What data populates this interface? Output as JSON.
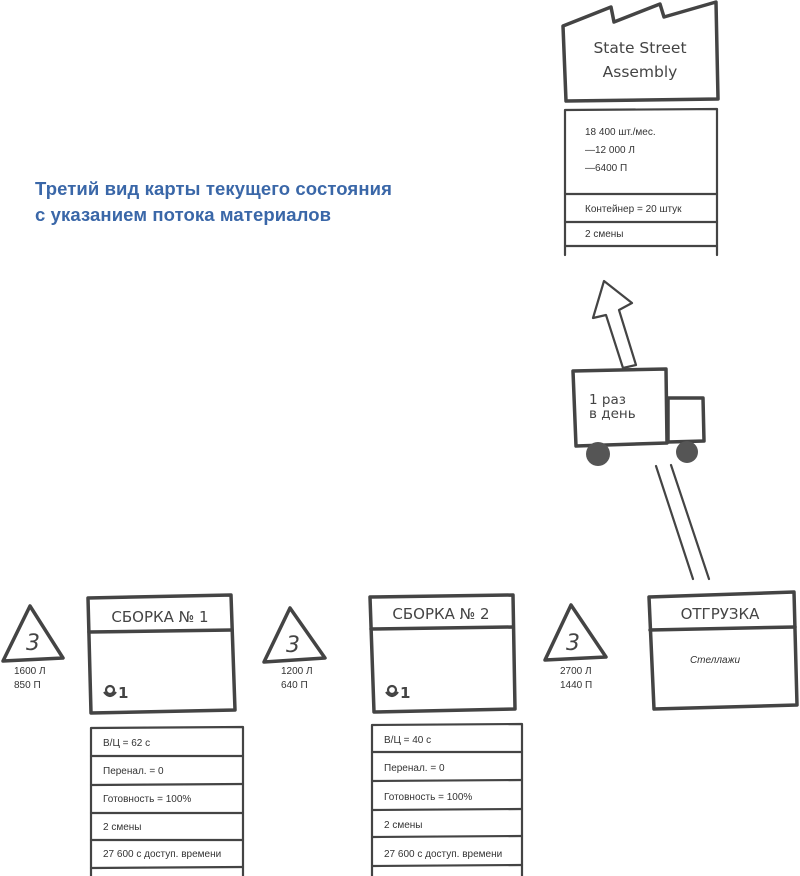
{
  "title": {
    "line1": "Третий вид карты текущего состояния",
    "line2": "с указанием потока материалов",
    "color": "#3a67a8"
  },
  "customer": {
    "name_line1": "State Street",
    "name_line2": "Assembly",
    "icon": "factory-icon",
    "info": {
      "demand": "18 400 шт./мес.",
      "demand_l": "—12 000 Л",
      "demand_p": "—6400 П",
      "container": "Контейнер = 20 штук",
      "shifts": "2 смены"
    }
  },
  "shipment": {
    "icon": "truck-icon",
    "frequency_line1": "1 раз",
    "frequency_line2": "в день",
    "arrow": "shipment-arrow-icon"
  },
  "inventories": [
    {
      "icon": "inventory-triangle-icon",
      "count": "3",
      "qty_l": "1600 Л",
      "qty_p": "850 П"
    },
    {
      "icon": "inventory-triangle-icon",
      "count": "3",
      "qty_l": "1200 Л",
      "qty_p": "640 П"
    },
    {
      "icon": "inventory-triangle-icon",
      "count": "3",
      "qty_l": "2700 Л",
      "qty_p": "1440 П"
    }
  ],
  "processes": [
    {
      "name": "СБОРКА № 1",
      "operators": "1",
      "data": [
        "В/Ц = 62 с",
        "Перенал. = 0",
        "Готовность = 100%",
        "2 смены",
        "27 600 с доступ. времени"
      ]
    },
    {
      "name": "СБОРКА № 2",
      "operators": "1",
      "data": [
        "В/Ц = 40 с",
        "Перенал. = 0",
        "Готовность = 100%",
        "2 смены",
        "27 600 с доступ. времени"
      ]
    },
    {
      "name": "ОТГРУЗКА",
      "note": "Стеллажи"
    }
  ]
}
